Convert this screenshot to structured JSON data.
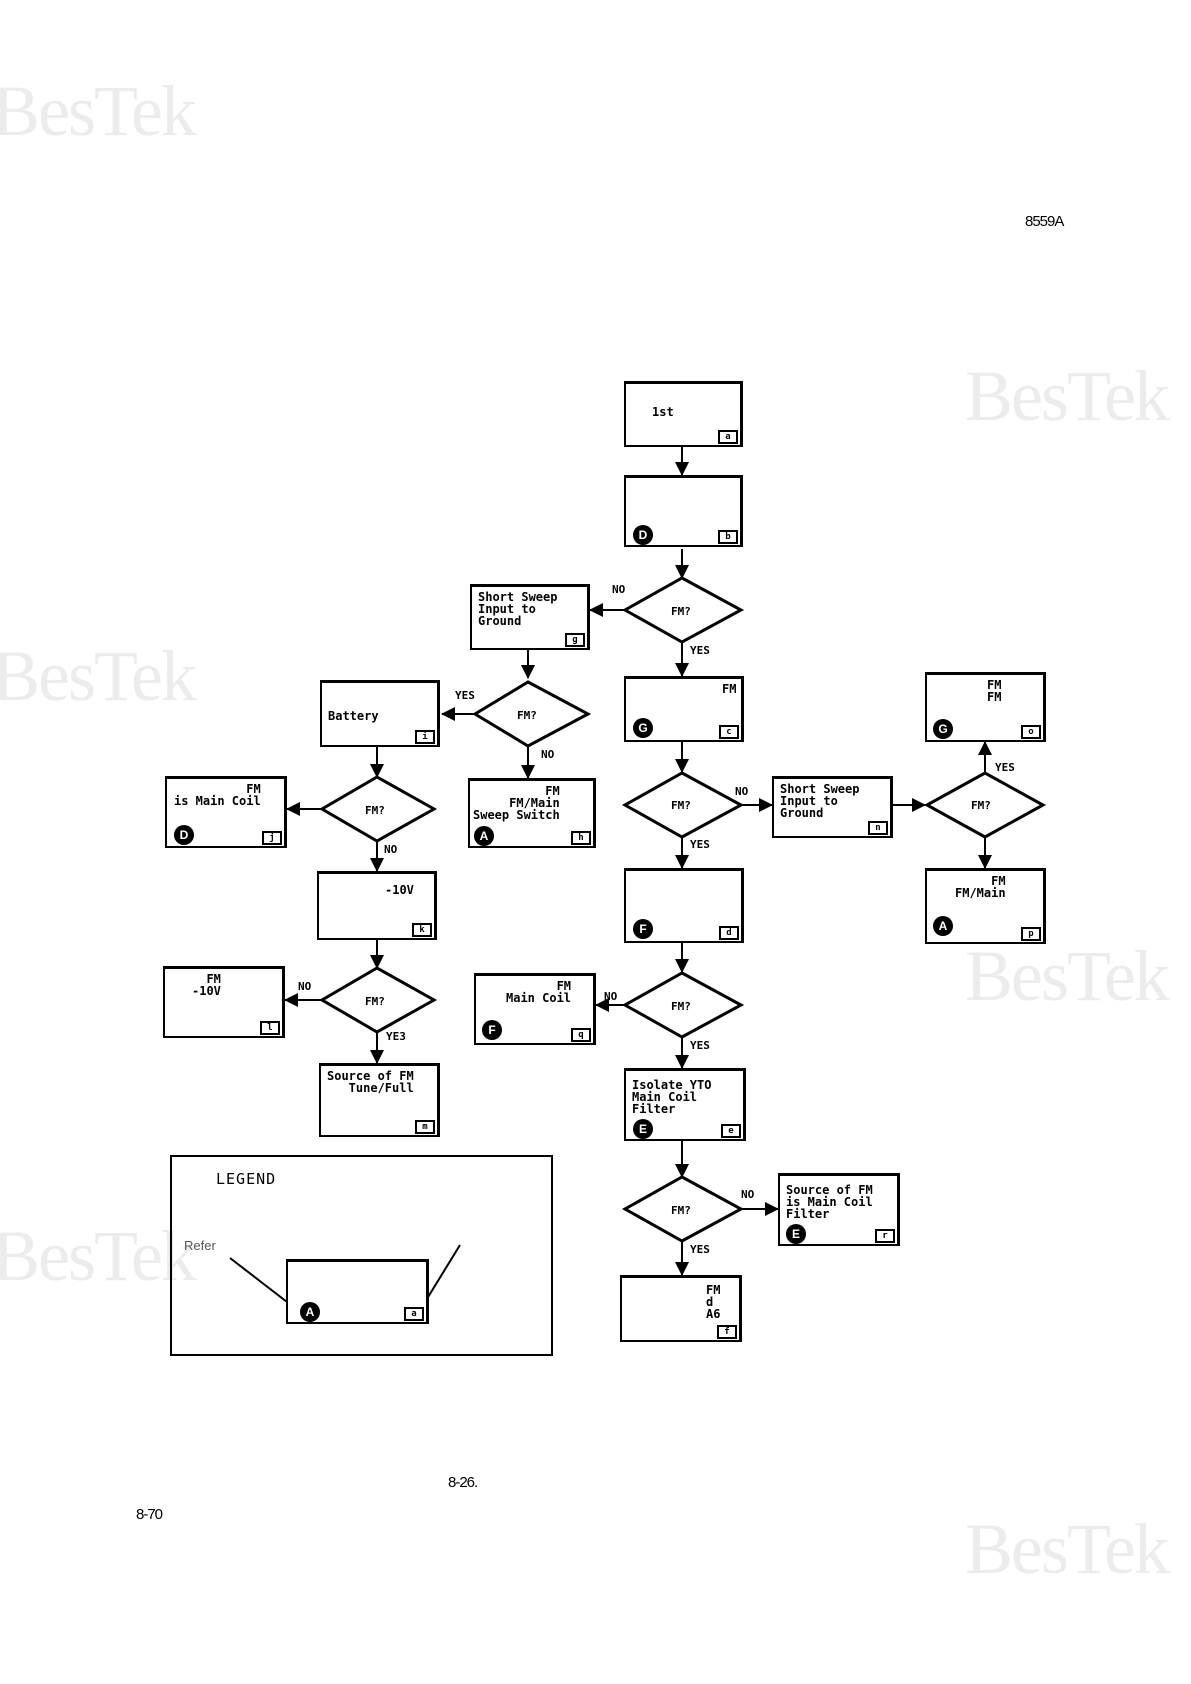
{
  "header": {
    "code": "8559A"
  },
  "footer": {
    "figure_ref": "8-26.",
    "page_number": "8-70"
  },
  "watermark": "BesTek",
  "boxes": {
    "a": {
      "text": "1st",
      "letter": "a"
    },
    "b": {
      "text": "",
      "letter": "b",
      "circle": "D"
    },
    "c": {
      "text": "FM",
      "letter": "c",
      "circle": "G"
    },
    "d": {
      "text": "",
      "letter": "d",
      "circle": "F"
    },
    "e": {
      "text": "Isolate YTO\nMain Coil\nFilter",
      "letter": "e",
      "circle": "E"
    },
    "f": {
      "text": "FM\nd\nA6",
      "letter": "f"
    },
    "g": {
      "text": "Short Sweep\nInput to\nGround",
      "letter": "g"
    },
    "h": {
      "text": "FM\nFM/Main\nSweep Switch",
      "letter": "h",
      "circle": "A"
    },
    "i": {
      "text": "Battery",
      "letter": "i"
    },
    "j": {
      "text": "FM\nis Main Coil",
      "letter": "j",
      "circle": "D"
    },
    "k": {
      "text": "-10V",
      "letter": "k"
    },
    "l": {
      "text": "FM\n-10V",
      "letter": "l"
    },
    "m": {
      "text": "Source of FM\nTune/Full",
      "letter": "m"
    },
    "n": {
      "text": "Short Sweep\nInput to\nGround",
      "letter": "n"
    },
    "o": {
      "text": "FM\nFM",
      "letter": "o",
      "circle": "G"
    },
    "p": {
      "text": "FM\nFM/Main",
      "letter": "p",
      "circle": "A"
    },
    "q": {
      "text": "FM\nMain Coil",
      "letter": "q",
      "circle": "F"
    },
    "r": {
      "text": "Source of FM\nis Main Coil\nFilter",
      "letter": "r",
      "circle": "E"
    }
  },
  "decision": "FM?",
  "branch": {
    "yes": "YES",
    "no": "NO",
    "yes_alt": "YE3"
  },
  "legend": {
    "title": "LEGEND",
    "refer": "Refer",
    "circle": "A",
    "letter": "a"
  }
}
